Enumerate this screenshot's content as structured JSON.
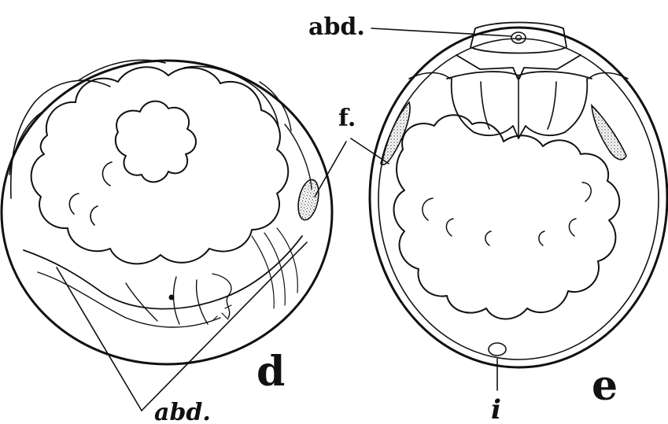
{
  "figure": {
    "labels": {
      "abd_top": "abd.",
      "f": "f.",
      "abd_bottom": "abd.",
      "d": "d",
      "e": "e",
      "i": "i"
    }
  }
}
